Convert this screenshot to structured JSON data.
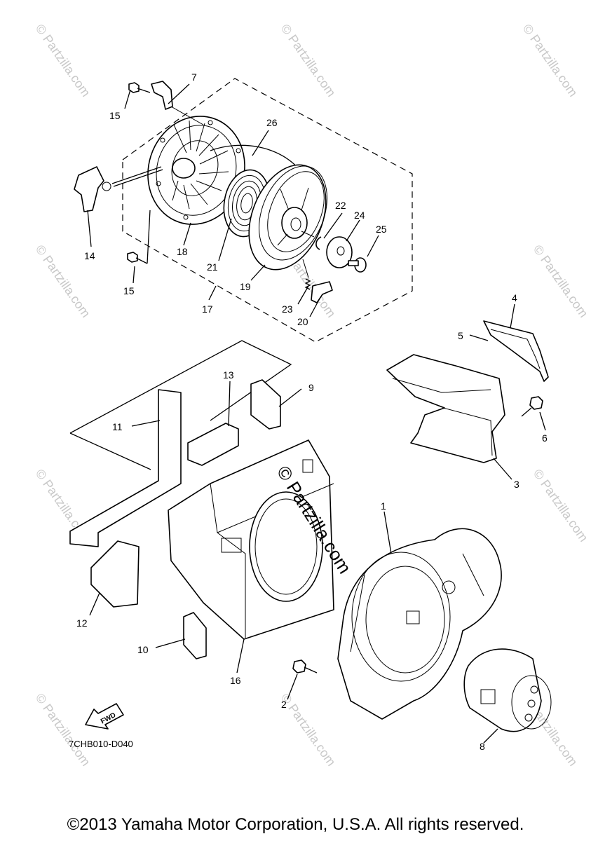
{
  "diagram": {
    "drawing_code": "7CHB010-D040",
    "fwd_label": "FWD",
    "watermark": "© Partzilla.com",
    "center_watermark": "© Partzilla.com",
    "callouts": {
      "p1": "1",
      "p2": "2",
      "p3": "3",
      "p4": "4",
      "p5": "5",
      "p6": "6",
      "p7": "7",
      "p8": "8",
      "p9": "9",
      "p10": "10",
      "p11": "11",
      "p12": "12",
      "p13": "13",
      "p14": "14",
      "p15a": "15",
      "p15b": "15",
      "p16": "16",
      "p17": "17",
      "p18": "18",
      "p19": "19",
      "p20": "20",
      "p21": "21",
      "p22": "22",
      "p23": "23",
      "p24": "24",
      "p25": "25",
      "p26": "26"
    }
  },
  "footer": {
    "copyright": "©2013 Yamaha Motor Corporation, U.S.A. All rights reserved."
  }
}
